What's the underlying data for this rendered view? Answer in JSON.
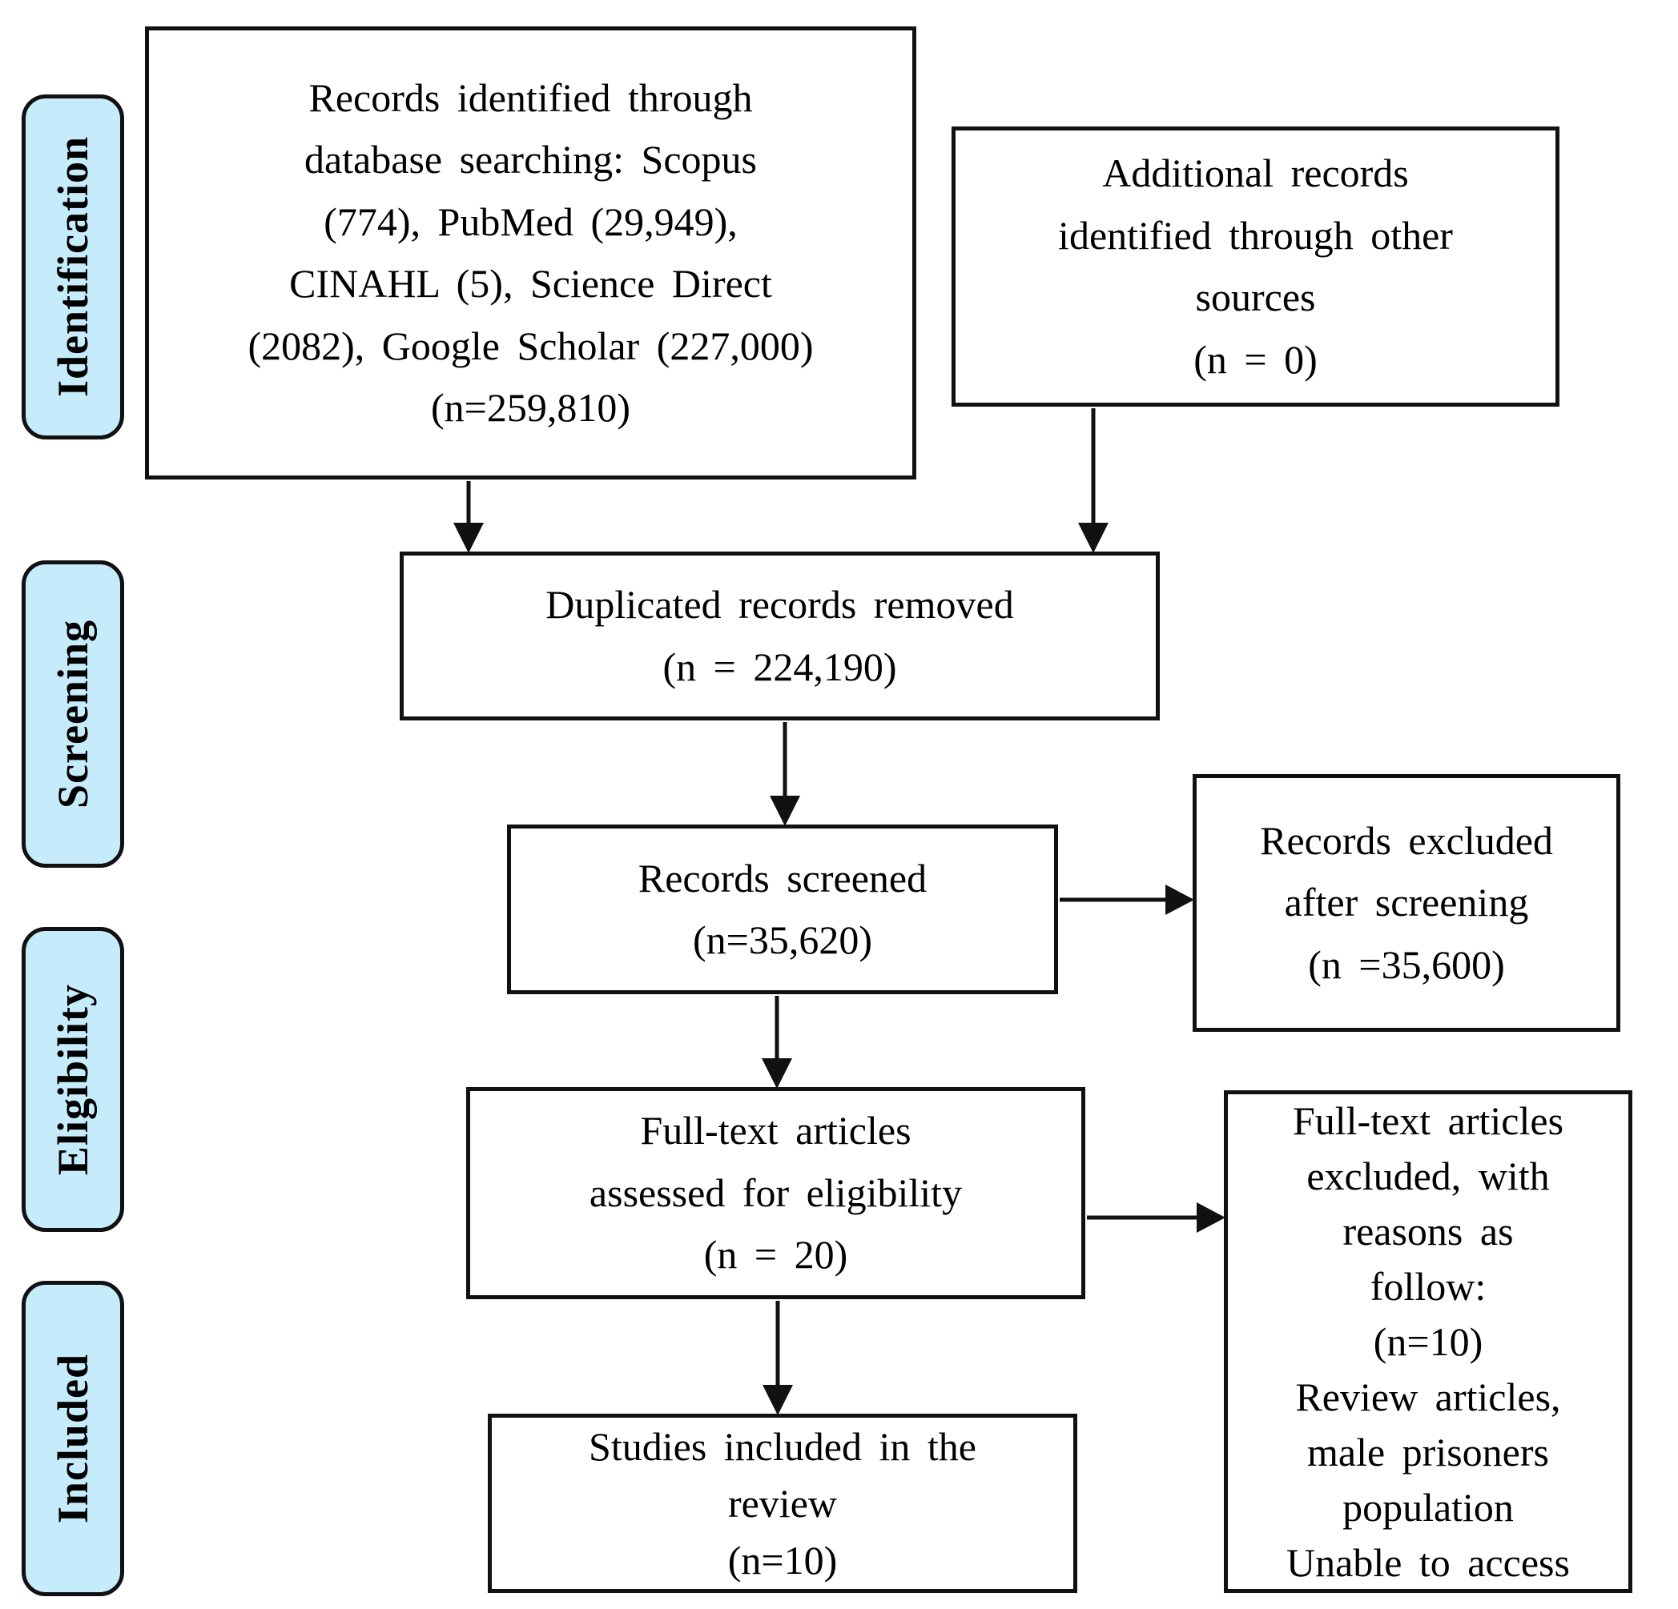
{
  "colors": {
    "sidebar_fill": "#c6ebfa",
    "line_color": "#111111",
    "box_background": "#ffffff",
    "text_color": "#000000"
  },
  "sidebar": {
    "labels": [
      "Identification",
      "Screening",
      "Eligibility",
      "Included"
    ]
  },
  "boxes": {
    "records_identified": {
      "lines": [
        "Records identified through",
        "database searching: Scopus",
        "(774), PubMed (29,949),",
        "CINAHL (5), Science Direct",
        "(2082), Google Scholar (227,000)",
        "(n=259,810)"
      ]
    },
    "additional_records": {
      "lines": [
        "Additional records",
        "identified through other",
        "sources",
        "(n = 0)"
      ]
    },
    "duplicates_removed": {
      "lines": [
        "Duplicated records removed",
        "(n = 224,190)"
      ]
    },
    "records_screened": {
      "lines": [
        "Records screened",
        "(n=35,620)"
      ]
    },
    "records_excluded": {
      "lines": [
        "Records excluded",
        "after screening",
        "(n =35,600)"
      ]
    },
    "fulltext_assessed": {
      "lines": [
        "Full-text articles",
        "assessed for eligibility",
        "(n = 20)"
      ]
    },
    "fulltext_excluded": {
      "lines": [
        "Full-text articles",
        "excluded, with",
        "reasons as",
        "follow:",
        "(n=10)",
        "Review articles,",
        "male prisoners",
        "population",
        "Unable to access"
      ]
    },
    "studies_included": {
      "lines": [
        "Studies included in the",
        "review",
        "(n=10)"
      ]
    }
  }
}
